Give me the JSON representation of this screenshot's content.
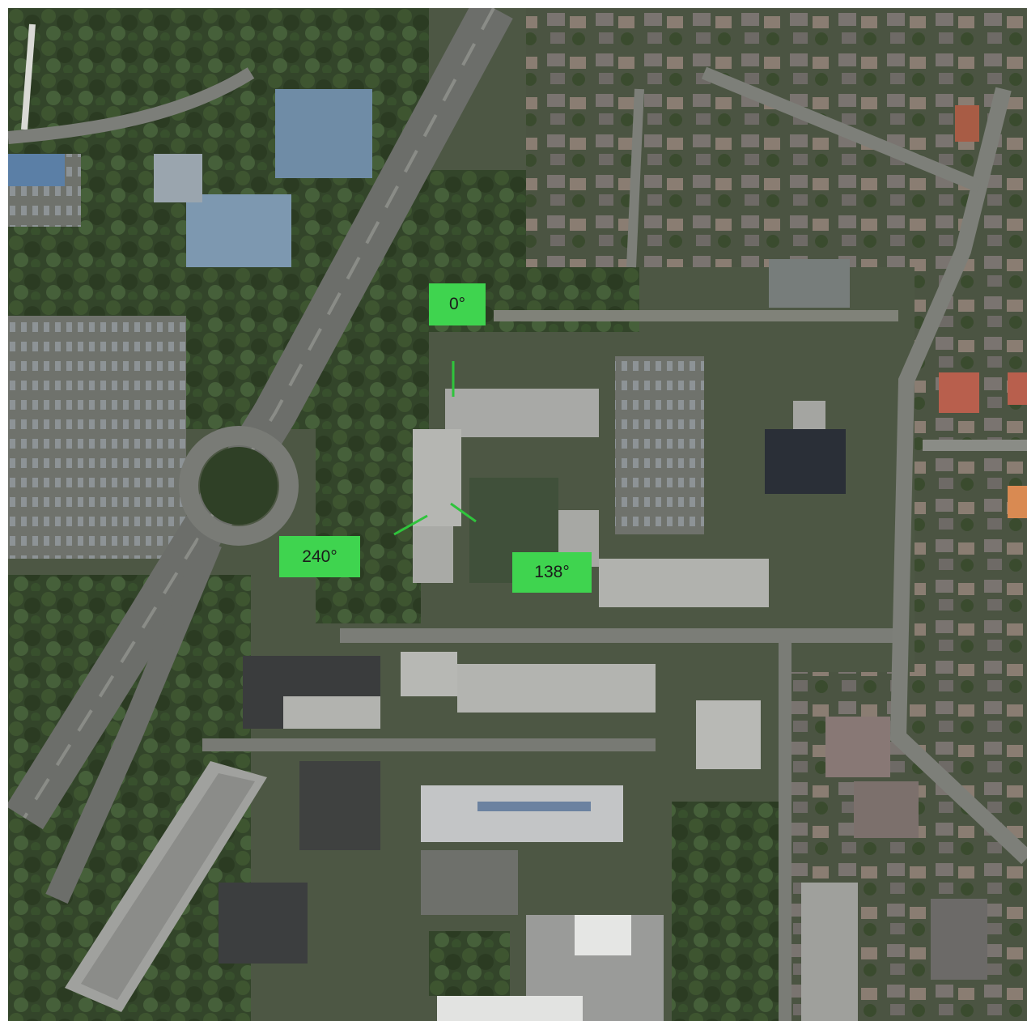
{
  "map": {
    "labels": [
      {
        "id": "north",
        "text": "0°"
      },
      {
        "id": "southwest",
        "text": "240°"
      },
      {
        "id": "southeast",
        "text": "138°"
      }
    ],
    "colors": {
      "label_fill": "#3fd44f",
      "marker_line": "#2fc43c"
    }
  }
}
